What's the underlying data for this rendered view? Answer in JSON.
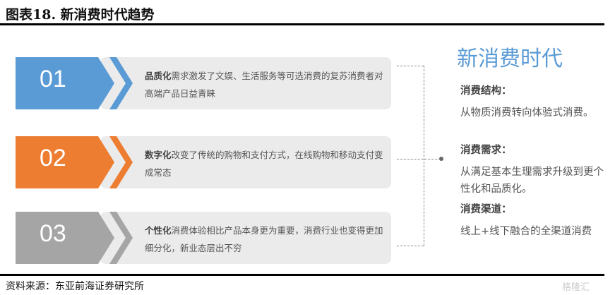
{
  "title": "图表18. 新消费时代趋势",
  "rows": [
    {
      "num": "01",
      "bold": "品质化",
      "text": "需求激发了文娱、生活服务等可选消费的复苏消费者对高端产品日益青睐",
      "color": "#5b9bd5"
    },
    {
      "num": "02",
      "bold": "数字化",
      "text": "改变了传统的购物和支付方式，在线购物和移动支付变成常态",
      "color": "#ed7d31"
    },
    {
      "num": "03",
      "bold": "个性化",
      "text": "消费体验相比产品本身更为重要，消费行业也变得更加细分化，新业态层出不穷",
      "color": "#a5a5a5"
    }
  ],
  "side": {
    "heading": "新消费时代",
    "items": [
      {
        "label": "消费结构：",
        "text": "从物质消费转向体验式消费。"
      },
      {
        "label": "消费需求：",
        "text": "从满足基本生理需求升级到更个性化和品质化。"
      },
      {
        "label": "消费渠道：",
        "text": "线上+线下融合的全渠道消费"
      }
    ]
  },
  "source": "资料来源：东亚前海证券研究所",
  "watermark": "格隆汇"
}
